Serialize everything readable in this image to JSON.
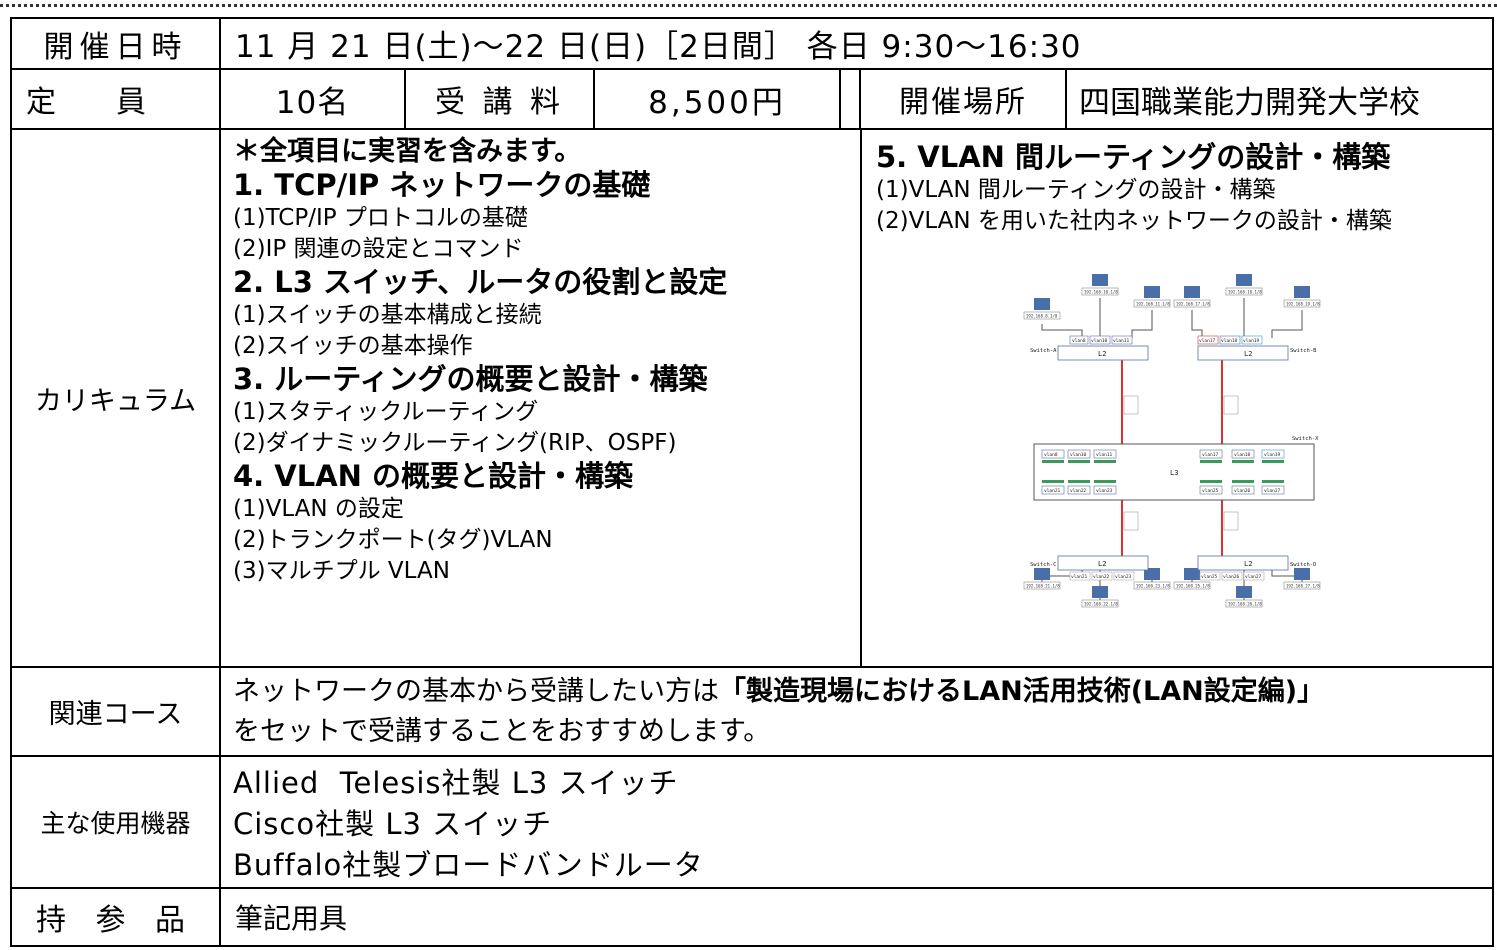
{
  "schedule": {
    "label": "開催日時",
    "value": "11 月 21 日(土)～22 日(日)［2日間］ 各日 9:30～16:30"
  },
  "capacity": {
    "label": "定　　員",
    "value": "10名",
    "fee_label": "受 講 料",
    "fee_value": "8,500円",
    "venue_label": "開催場所",
    "venue_value": "四国職業能力開発大学校"
  },
  "curriculum": {
    "label": "カリキュラム",
    "note": "＊全項目に実習を含みます。",
    "sections": [
      {
        "title": "1. TCP/IP ネットワークの基礎",
        "items": [
          "(1)TCP/IP プロトコルの基礎",
          "(2)IP 関連の設定とコマンド"
        ]
      },
      {
        "title": "2. L3 スイッチ、ルータの役割と設定",
        "items": [
          "(1)スイッチの基本構成と接続",
          "(2)スイッチの基本操作"
        ]
      },
      {
        "title": "3. ルーティングの概要と設計・構築",
        "items": [
          "(1)スタティックルーティング",
          "(2)ダイナミックルーティング(RIP、OSPF)"
        ]
      },
      {
        "title": "4. VLAN の概要と設計・構築",
        "items": [
          "(1)VLAN の設定",
          "(2)トランクポート(タグ)VLAN",
          "(3)マルチプル VLAN"
        ]
      },
      {
        "title": "5. VLAN 間ルーティングの設計・構築",
        "items": [
          "(1)VLAN 間ルーティングの設計・構築",
          "(2)VLAN を用いた社内ネットワークの設計・構築"
        ]
      }
    ],
    "diagram": {
      "switch_a": "Switch-A",
      "switch_b": "Switch-B",
      "switch_c": "Switch-C",
      "switch_d": "Switch-D",
      "switch_x": "Switch-X",
      "l2": "L2",
      "l3": "L3",
      "vlans_a": [
        "vlan8",
        "vlan10",
        "vlan11"
      ],
      "vlans_b": [
        "vlan17",
        "vlan18",
        "vlan19"
      ],
      "vlans_c": [
        "vlan21",
        "vlan22",
        "vlan23"
      ],
      "vlans_d": [
        "vlan25",
        "vlan26",
        "vlan27"
      ],
      "vlans_x_top": [
        "vlan8",
        "vlan10",
        "vlan11",
        "vlan17",
        "vlan18",
        "vlan19"
      ],
      "vlans_x_bottom": [
        "vlan21",
        "vlan22",
        "vlan23",
        "vlan25",
        "vlan26",
        "vlan27"
      ],
      "pc_ips_top": [
        "192.168.8.1/8",
        "192.168.10.1/8",
        "192.168.11.1/8",
        "192.168.17.1/8",
        "192.168.18.1/8",
        "192.168.19.1/8"
      ],
      "pc_ips_bottom": [
        "192.168.21.1/8",
        "192.168.22.1/8",
        "192.168.23.1/8",
        "192.168.25.1/8",
        "192.168.26.1/8",
        "192.168.27.1/8"
      ],
      "colors": {
        "trunk": "#e23030",
        "pc": "#4a6fa8",
        "box": "#5a6fa0"
      }
    }
  },
  "related": {
    "label": "関連コース",
    "line1_prefix": "ネットワークの基本から受講したい方は",
    "line1_bold": "「製造現場におけるLAN活用技術(LAN設定編)」",
    "line2": "をセットで受講することをおすすめします。"
  },
  "equipment": {
    "label": "主な使用機器",
    "items": [
      "Allied  Telesis社製 L3 スイッチ",
      "Cisco社製 L3 スイッチ",
      "Buffalo社製ブロードバンドルータ"
    ]
  },
  "belongings": {
    "label": "持 参 品",
    "value": "筆記用具"
  }
}
